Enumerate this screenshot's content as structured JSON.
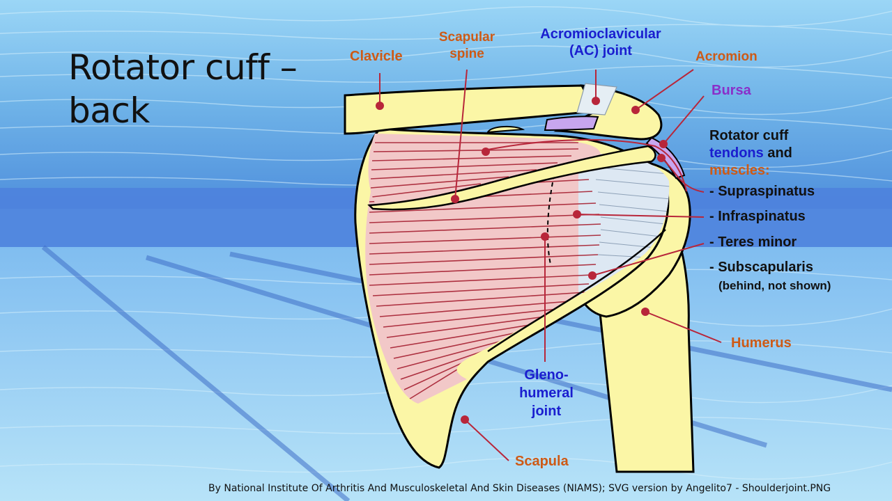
{
  "title": {
    "line1": "Rotator cuff –",
    "line2": "back"
  },
  "labels": {
    "clavicle": "Clavicle",
    "scapular_spine_1": "Scapular",
    "scapular_spine_2": "spine",
    "ac_joint_1": "Acromioclavicular",
    "ac_joint_2": "(AC) joint",
    "acromion": "Acromion",
    "bursa": "Bursa",
    "humerus": "Humerus",
    "scapula": "Scapula",
    "glenohumeral_1": "Gleno-",
    "glenohumeral_2": "humeral",
    "glenohumeral_3": "joint"
  },
  "rotator_cuff": {
    "heading_1": "Rotator cuff",
    "tendons": "tendons",
    "and": "and",
    "muscles": "muscles:",
    "items": [
      "- Supraspinatus",
      "- Infraspinatus",
      "- Teres minor",
      "- Subscapularis"
    ],
    "note": "(behind, not shown)"
  },
  "caption": "By National Institute Of Arthritis And Musculoskeletal And Skin Diseases (NIAMS); SVG version by Angelito7 - Shoulderjoint.PNG",
  "colors": {
    "bone": "#fbf6a6",
    "muscle": "#f2c8c8",
    "muscle_line": "#a62031",
    "tendon": "#dde8f3",
    "bursa": "#c7a6ef",
    "pointer": "#b8263a",
    "label_orange": "#cd5a16",
    "label_blue": "#1a1ecf",
    "label_purple": "#8a2fc9"
  }
}
